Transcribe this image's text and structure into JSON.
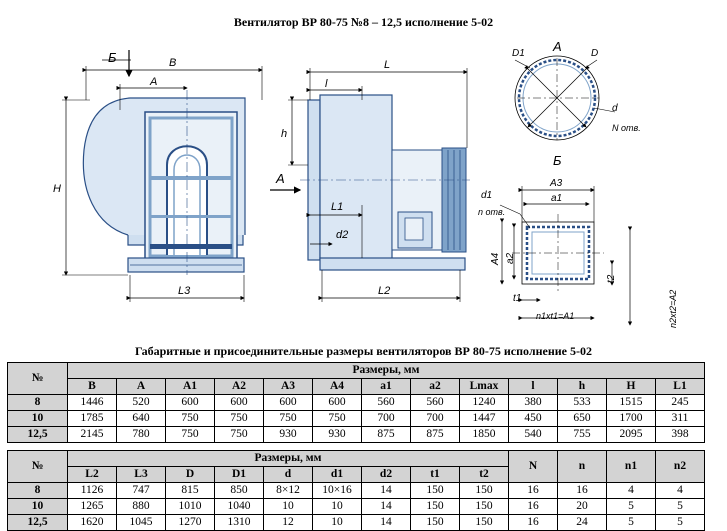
{
  "title": "Вентилятор ВР 80-75 №8 – 12,5 исполнение 5-02",
  "drawing_labels": {
    "B_view": "Б",
    "A_view": "А",
    "B": "B",
    "A": "A",
    "H": "H",
    "L3": "L3",
    "L": "L",
    "l": "l",
    "h": "h",
    "L1": "L1",
    "d2": "d2",
    "L2": "L2",
    "D1": "D1",
    "D": "D",
    "d": "d",
    "N_otv": "N отв.",
    "A3": "A3",
    "a1": "a1",
    "d1": "d1",
    "n_otv": "n отв.",
    "A4": "A4",
    "a2": "a2",
    "t1": "t1",
    "t2": "t2",
    "n1xt1": "n1xt1=A1",
    "n2xt2": "n2xt2=A2"
  },
  "table_caption": "Габаритные и присоединительные размеры вентиляторов ВР 80-75 исполнение 5-02",
  "table_top": {
    "row_label": "№",
    "group_header": "Размеры, мм",
    "columns": [
      "B",
      "A",
      "A1",
      "A2",
      "A3",
      "A4",
      "a1",
      "a2",
      "Lmax",
      "l",
      "h",
      "H",
      "L1"
    ],
    "rows": [
      {
        "no": "8",
        "values": [
          "1446",
          "520",
          "600",
          "600",
          "600",
          "600",
          "560",
          "560",
          "1240",
          "380",
          "533",
          "1515",
          "245"
        ]
      },
      {
        "no": "10",
        "values": [
          "1785",
          "640",
          "750",
          "750",
          "750",
          "750",
          "700",
          "700",
          "1447",
          "450",
          "650",
          "1700",
          "311"
        ]
      },
      {
        "no": "12,5",
        "values": [
          "2145",
          "780",
          "750",
          "750",
          "930",
          "930",
          "875",
          "875",
          "1850",
          "540",
          "755",
          "2095",
          "398"
        ]
      }
    ]
  },
  "table_bottom": {
    "row_label": "№",
    "group_header": "Размеры, мм",
    "columns": [
      "L2",
      "L3",
      "D",
      "D1",
      "d",
      "d1",
      "d2",
      "t1",
      "t2"
    ],
    "extra_columns": [
      "N",
      "n",
      "n1",
      "n2"
    ],
    "rows": [
      {
        "no": "8",
        "values": [
          "1126",
          "747",
          "815",
          "850",
          "8×12",
          "10×16",
          "14",
          "150",
          "150",
          "16",
          "16",
          "4",
          "4"
        ]
      },
      {
        "no": "10",
        "values": [
          "1265",
          "880",
          "1010",
          "1040",
          "10",
          "10",
          "14",
          "150",
          "150",
          "16",
          "20",
          "5",
          "5"
        ]
      },
      {
        "no": "12,5",
        "values": [
          "1620",
          "1045",
          "1270",
          "1310",
          "12",
          "10",
          "14",
          "150",
          "150",
          "16",
          "24",
          "5",
          "5"
        ]
      }
    ]
  },
  "colors": {
    "steel_blue": "#7fa3c9",
    "dark_blue": "#2a4f86",
    "header_grey": "#d3d3d3"
  }
}
